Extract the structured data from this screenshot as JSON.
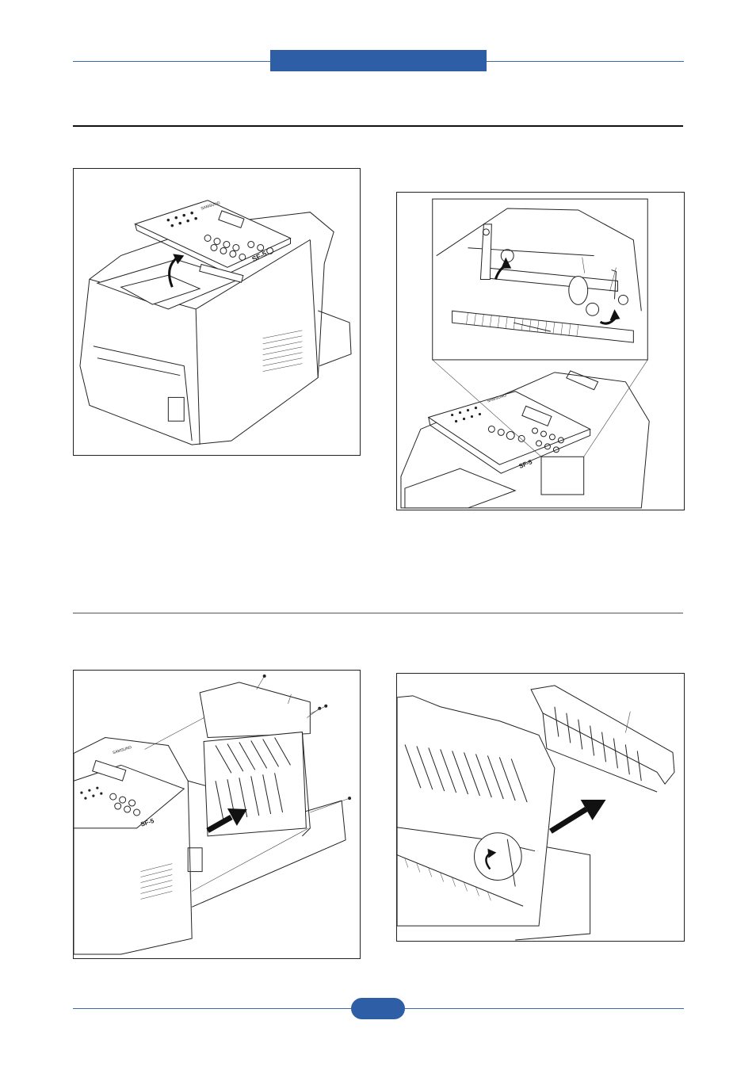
{
  "brand": {
    "accent": "#2e5ea5",
    "rule": "#3a6aa8"
  },
  "figures": [
    {
      "id": "fig-1",
      "device_model_label": "SF-5",
      "brand_label": "SAMSUNG"
    },
    {
      "id": "fig-2",
      "device_model_label": "SF-5",
      "brand_label": "SAMSUNG"
    },
    {
      "id": "fig-3",
      "device_model_label": "SF-5",
      "brand_label": "SAMSUNG"
    },
    {
      "id": "fig-4"
    }
  ],
  "icons": {
    "fig1": "curved-up-arrow-icon",
    "fig2": "rotate-arrow-icon",
    "fig3": "push-arrow-icon",
    "fig4": "push-arrow-icon"
  }
}
